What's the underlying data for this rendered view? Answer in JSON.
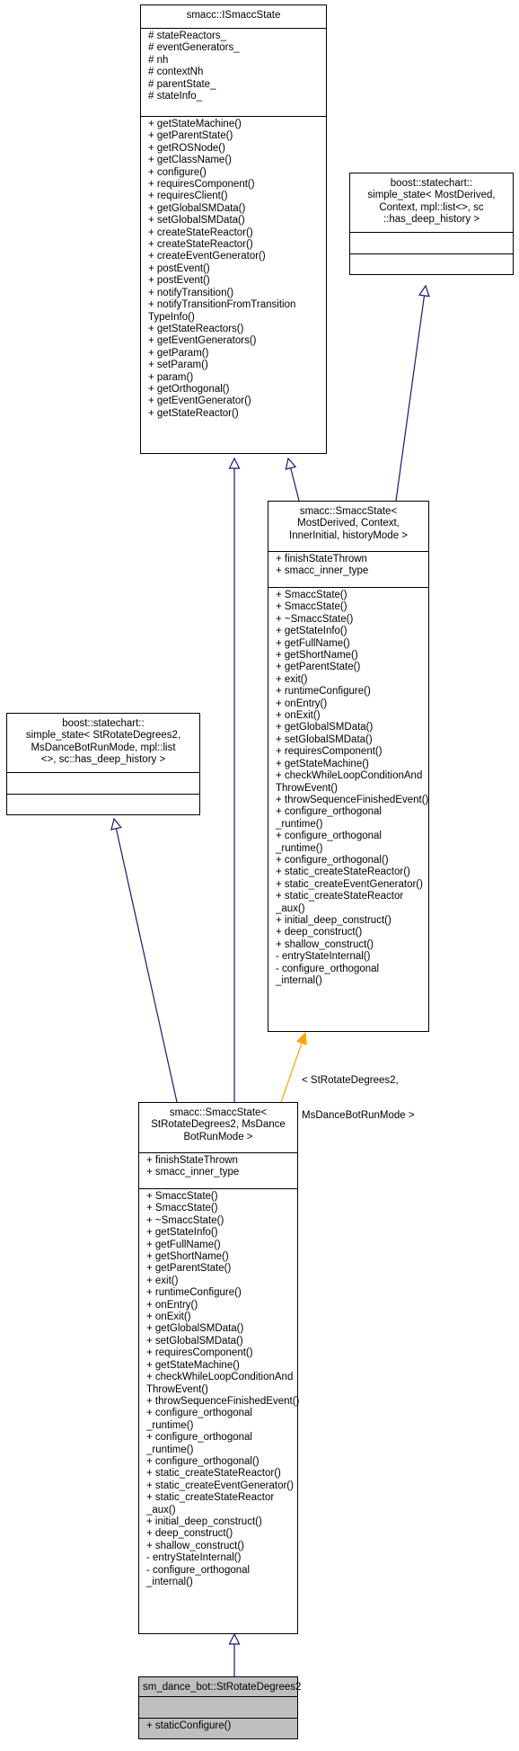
{
  "classes": {
    "ismacc_state": {
      "title": [
        "smacc::ISmaccState"
      ],
      "attributes": [
        "# stateReactors_",
        "# eventGenerators_",
        "# nh",
        "# contextNh",
        "# parentState_",
        "# stateInfo_"
      ],
      "methods": [
        "+ getStateMachine()",
        "+ getParentState()",
        "+ getROSNode()",
        "+ getClassName()",
        "+ configure()",
        "+ requiresComponent()",
        "+ requiresClient()",
        "+ getGlobalSMData()",
        "+ setGlobalSMData()",
        "+ createStateReactor()",
        "+ createStateReactor()",
        "+ createEventGenerator()",
        "+ postEvent()",
        "+ postEvent()",
        "+ notifyTransition()",
        "+ notifyTransitionFromTransition",
        "TypeInfo()",
        "+ getStateReactors()",
        "+ getEventGenerators()",
        "+ getParam()",
        "+ setParam()",
        "+ param()",
        "+ getOrthogonal()",
        "+ getEventGenerator()",
        "+ getStateReactor()"
      ]
    },
    "simple_state_generic": {
      "title": [
        "boost::statechart::",
        "simple_state< MostDerived,",
        "Context, mpl::list<>, sc",
        "::has_deep_history >"
      ],
      "attributes": [],
      "methods": []
    },
    "smacc_state_template": {
      "title": [
        "smacc::SmaccState<",
        "MostDerived, Context,",
        "InnerInitial, historyMode >"
      ],
      "attributes": [
        "+ finishStateThrown",
        "+ smacc_inner_type"
      ],
      "methods": [
        "+ SmaccState()",
        "+ SmaccState()",
        "+ ~SmaccState()",
        "+ getStateInfo()",
        "+ getFullName()",
        "+ getShortName()",
        "+ getParentState()",
        "+ exit()",
        "+ runtimeConfigure()",
        "+ onEntry()",
        "+ onExit()",
        "+ getGlobalSMData()",
        "+ setGlobalSMData()",
        "+ requiresComponent()",
        "+ getStateMachine()",
        "+ checkWhileLoopConditionAnd",
        "ThrowEvent()",
        "+ throwSequenceFinishedEvent()",
        "+ configure_orthogonal",
        "_runtime()",
        "+ configure_orthogonal",
        "_runtime()",
        "+ configure_orthogonal()",
        "+ static_createStateReactor()",
        "+ static_createEventGenerator()",
        "+ static_createStateReactor",
        "_aux()",
        "+ initial_deep_construct()",
        "+ deep_construct()",
        "+ shallow_construct()",
        "- entryStateInternal()",
        "- configure_orthogonal",
        "_internal()"
      ]
    },
    "simple_state_specific": {
      "title": [
        "boost::statechart::",
        "simple_state< StRotateDegrees2,",
        "MsDanceBotRunMode, mpl::list",
        "<>, sc::has_deep_history >"
      ],
      "attributes": [],
      "methods": []
    },
    "smacc_state_instance": {
      "title": [
        "smacc::SmaccState<",
        "StRotateDegrees2, MsDance",
        "BotRunMode >"
      ],
      "attributes": [
        "+ finishStateThrown",
        "+ smacc_inner_type"
      ],
      "methods": [
        "+ SmaccState()",
        "+ SmaccState()",
        "+ ~SmaccState()",
        "+ getStateInfo()",
        "+ getFullName()",
        "+ getShortName()",
        "+ getParentState()",
        "+ exit()",
        "+ runtimeConfigure()",
        "+ onEntry()",
        "+ onExit()",
        "+ getGlobalSMData()",
        "+ setGlobalSMData()",
        "+ requiresComponent()",
        "+ getStateMachine()",
        "+ checkWhileLoopConditionAnd",
        "ThrowEvent()",
        "+ throwSequenceFinishedEvent()",
        "+ configure_orthogonal",
        "_runtime()",
        "+ configure_orthogonal",
        "_runtime()",
        "+ configure_orthogonal()",
        "+ static_createStateReactor()",
        "+ static_createEventGenerator()",
        "+ static_createStateReactor",
        "_aux()",
        "+ initial_deep_construct()",
        "+ deep_construct()",
        "+ shallow_construct()",
        "- entryStateInternal()",
        "- configure_orthogonal",
        "_internal()"
      ]
    },
    "st_rotate_degrees2": {
      "title": [
        "sm_dance_bot::StRotateDegrees2"
      ],
      "attributes": [],
      "methods": [
        "+ staticConfigure()"
      ]
    }
  },
  "template_binding_label": [
    "< StRotateDegrees2,",
    "MsDanceBotRunMode >"
  ],
  "colors": {
    "inheritance": "#191970",
    "template_instantiation": "#ffa500",
    "highlight_fill": "#bfbfbf"
  }
}
